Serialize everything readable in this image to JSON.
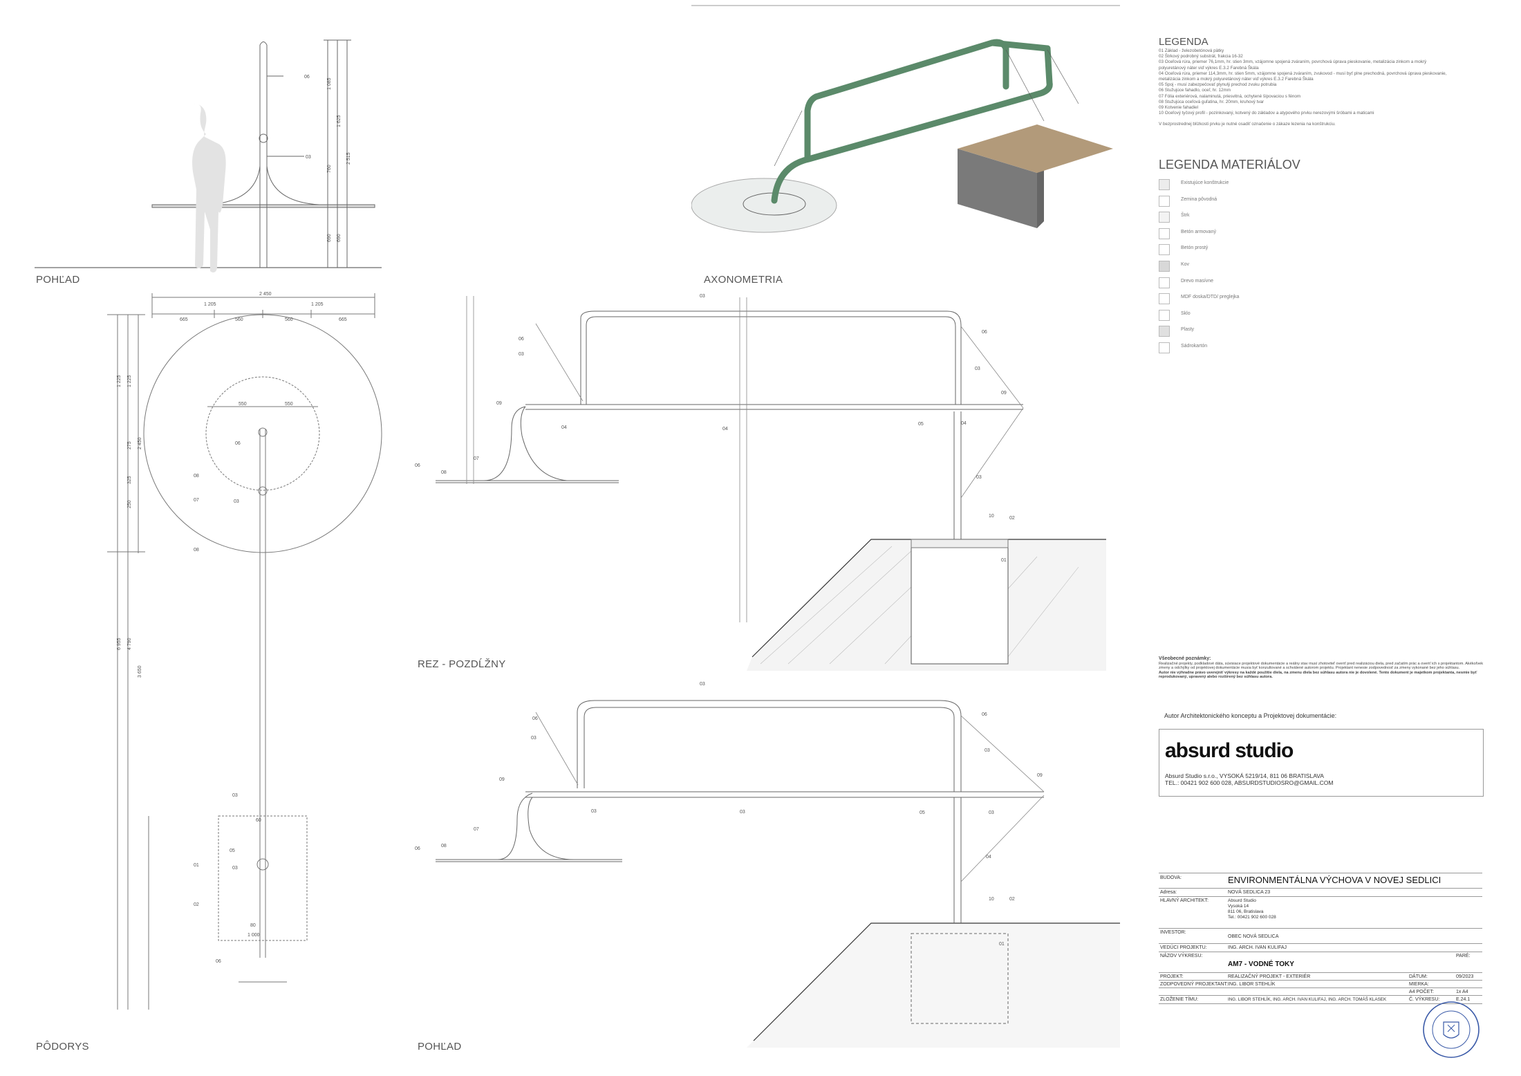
{
  "views": {
    "elevation_small": "POHĽAD",
    "axonometry": "AXONOMETRIA",
    "section": "REZ - POZDĹŽNY",
    "plan": "PÔDORYS",
    "elevation": "POHĽAD"
  },
  "legend": {
    "title": "LEGENDA",
    "items": [
      "01 Základ - železobetónová pätky",
      "02 Štrkový podrobný substrát, frakcia 16-32",
      "03 Oceľová rúra, priemer 76,1mm, hr. stien 3mm, vzájomne spojená zváraním, povrchová úprava pieskovanie, metalizácia zinkom a mokrý polyuretánový náter viď výkres E.3.2 Farebná Škála",
      "04 Oceľová rúra, priemer 114,3mm, hr. stien 5mm, vzájomne spojená zváraním, zvukovod - musí byť plne prechodná, povrchová úprava pieskovanie, metalizácia zinkom a mokrý polyuretánový náter viď výkres E.3.2 Farebná Škála",
      "05 Spoj - musí zabezpečovať plynulý prechod zvuku potrubia",
      "06 Stužujúce fahadlo, oceľ, hr. 12mm",
      "07 Fólia exteriérová, nalaminutá, priesvitná, ochytené šípovaciou s fénom",
      "08 Stužujúca oceľová guľatina, hr. 20mm, kruhový tvar",
      "09 Kotvenie fahadiel",
      "10 Oceľový tyčový profil - pozinkovaný, kotvený do základov a atypového prvku nerezovými šróbami a maticami"
    ],
    "note": "V bezprostrednej blízkosti prvku je nutné osadiť označenie o zákaze lezenia na konštrukciu."
  },
  "materials": {
    "title": "LEGENDA MATERIÁLOV",
    "items": [
      {
        "label": "Existujúce konštrukcie",
        "color": "#ececec"
      },
      {
        "label": "Zemina pôvodná",
        "color": "#ffffff"
      },
      {
        "label": "Štrk",
        "color": "#f3f3f3"
      },
      {
        "label": "Betón armovaný",
        "color": "#ffffff"
      },
      {
        "label": "Betón prostý",
        "color": "#ffffff"
      },
      {
        "label": "Kov",
        "color": "#d8d8d8"
      },
      {
        "label": "Drevo masívne",
        "color": "#ffffff"
      },
      {
        "label": "MDF doska/DTD/ preglejka",
        "color": "#ffffff"
      },
      {
        "label": "Sklo",
        "color": "#ffffff"
      },
      {
        "label": "Plasty",
        "color": "#e0e0e0"
      },
      {
        "label": "Sádrokartón",
        "color": "#ffffff"
      }
    ]
  },
  "general_notes": {
    "title": "Všeobecné poznámky:",
    "body": "Realizačné projekty, podkladové dáta, súvisiace projektové dokumentácie a reálny stav musí zhotoviteľ overiť pred realizáciou diela, pred začatím prác a overiť ich s projektantom. Akékoľvek zmeny a odchýlky od projektovej dokumentácie musia byť konzultované a schválené autorom projektu. Projektant nenesie zodpovednosť za zmeny vykonané bez jeho súhlasu.",
    "bold": "Autor nie výhradne právo uverejniť výkresy na každé použitie diela, na zmenu diela bez súhlasu autora nie je dovolené. Tento dokument je majetkom projektanta, nesmie byť reprodukovaný, upravený alebo rozšírený bez súhlasu autora."
  },
  "author": {
    "caption": "Autor Architektonického konceptu a Projektovej dokumentácie:",
    "brand": "absurd studio",
    "address": "Absurd Studio s.r.o., VYSOKÁ 5219/14, 811 06 BRATISLAVA",
    "contact": "TEL.: 00421 902 600 028, ABSURDSTUDIOSRO@GMAIL.COM"
  },
  "title_block": {
    "building_label": "BUDOVA:",
    "building": "ENVIRONMENTÁLNA VÝCHOVA V NOVEJ SEDLICI",
    "address_label": "Adresa:",
    "address": "NOVÁ SEDLICA 23",
    "architect_label": "HLAVNÝ ARCHITEKT:",
    "architect_lines": [
      "Absurd Studio",
      "Vysoká 14",
      "811 06, Bratislava",
      "Tel.: 00421 902 600 028"
    ],
    "investor_label": "INVESTOR:",
    "investor": "OBEC NOVÁ SEDLICA",
    "lead_label": "VEDÚCI PROJEKTU:",
    "lead": "ING. ARCH. IVAN KULIFAJ",
    "drawing_label": "NÁZOV VÝKRESU:",
    "drawing": "AM7 - VODNÉ TOKY",
    "pare_label": "PARÉ:",
    "project_label": "PROJEKT:",
    "project": "REALIZAČNÝ PROJEKT - EXTERIÉR",
    "date_label": "DÁTUM:",
    "date": "09/2023",
    "responsible_label": "ZODPOVEDNÝ PROJEKTANT:",
    "responsible": "ING. LIBOR STEHLÍK",
    "scale_label": "MIERKA:",
    "scale": "",
    "count_label": "A4 POČET:",
    "count": "1x A4",
    "team_label": "ZLOŽENIE TÍMU:",
    "team": "ING. LIBOR STEHLÍK, ING. ARCH. IVAN KULIFAJ, ING. ARCH. TOMÁŠ KLASEK",
    "number_label": "Č. VÝKRESU:",
    "number": "E.24.1"
  }
}
